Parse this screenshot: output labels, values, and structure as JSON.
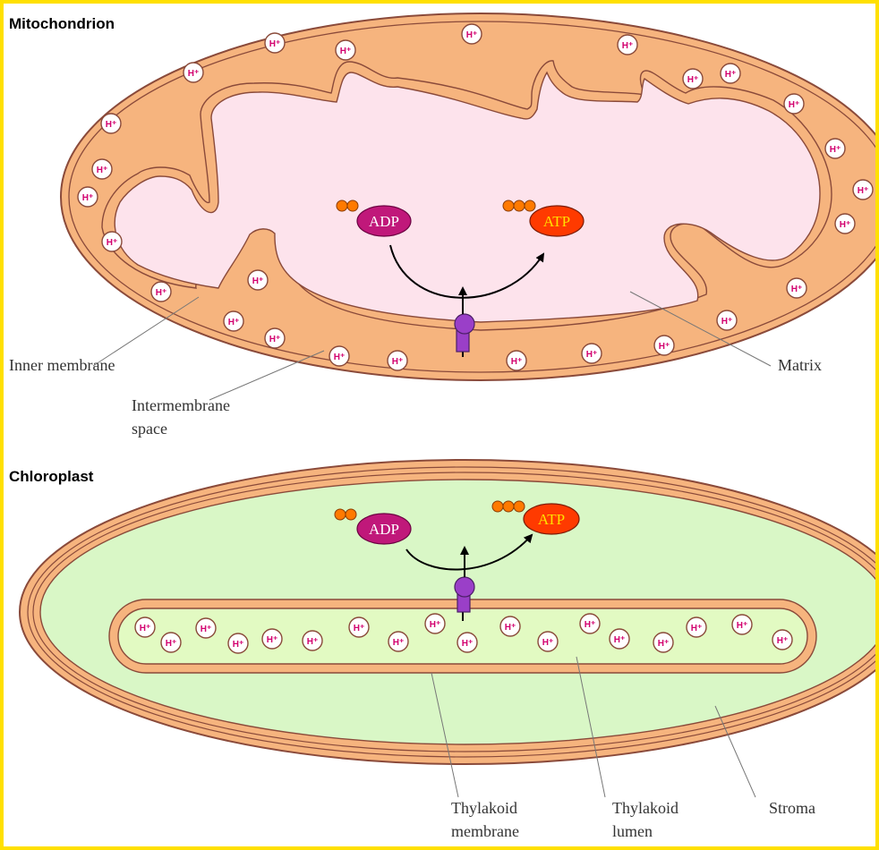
{
  "mitochondrion": {
    "title": "Mitochondrion",
    "adp": "ADP",
    "atp": "ATP",
    "labels": {
      "inner_membrane": "Inner membrane",
      "intermembrane_line1": "Intermembrane",
      "intermembrane_line2": "space",
      "matrix": "Matrix"
    }
  },
  "chloroplast": {
    "title": "Chloroplast",
    "adp": "ADP",
    "atp": "ATP",
    "labels": {
      "thylakoid_membrane_line1": "Thylakoid",
      "thylakoid_membrane_line2": "membrane",
      "thylakoid_lumen_line1": "Thylakoid",
      "thylakoid_lumen_line2": "lumen",
      "stroma": "Stroma"
    }
  },
  "proton_label": "H⁺",
  "colors": {
    "membrane": "#f6b47e",
    "membrane_outline": "#8a4a3a",
    "matrix": "#fde3ec",
    "stroma": "#d9f7c6",
    "lumen": "#e2fac2",
    "adp": "#c0187a",
    "atp": "#ff3a00",
    "atp_text": "#ffe000",
    "phosphate": "#ff7a00",
    "atp_synthase": "#9a3fc8",
    "border": "#ffe000"
  }
}
